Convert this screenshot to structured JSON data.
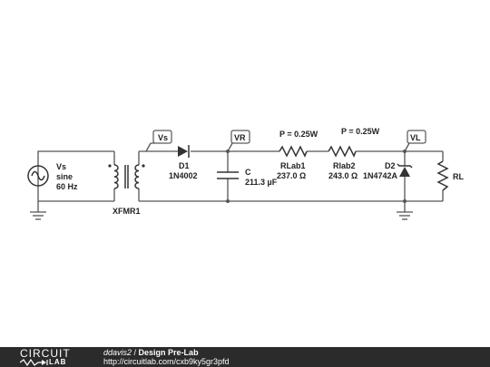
{
  "schematic": {
    "source": {
      "name": "Vs",
      "type": "sine",
      "freq": "60 Hz"
    },
    "transformer": {
      "name": "XFMR1"
    },
    "diode": {
      "name": "D1",
      "part": "1N4002"
    },
    "capacitor": {
      "name": "C",
      "value": "211.3 µF"
    },
    "resistor1": {
      "name": "RLab1",
      "value": "237.0 Ω",
      "power": "P = 0.25W"
    },
    "resistor2": {
      "name": "Rlab2",
      "value": "243.0 Ω",
      "power": "P = 0.25W"
    },
    "zener": {
      "name": "D2",
      "part": "1N4742A"
    },
    "load": {
      "name": "RL"
    },
    "probes": {
      "vs": "Vs",
      "vr": "VR",
      "vl": "VL"
    }
  },
  "footer": {
    "logo_top": "CIRCUIT",
    "logo_bottom": "LAB",
    "author": "ddavis2",
    "separator": " / ",
    "title": "Design Pre-Lab",
    "url": "http://circuitlab.com/cxb9ky5gr3pfd"
  }
}
